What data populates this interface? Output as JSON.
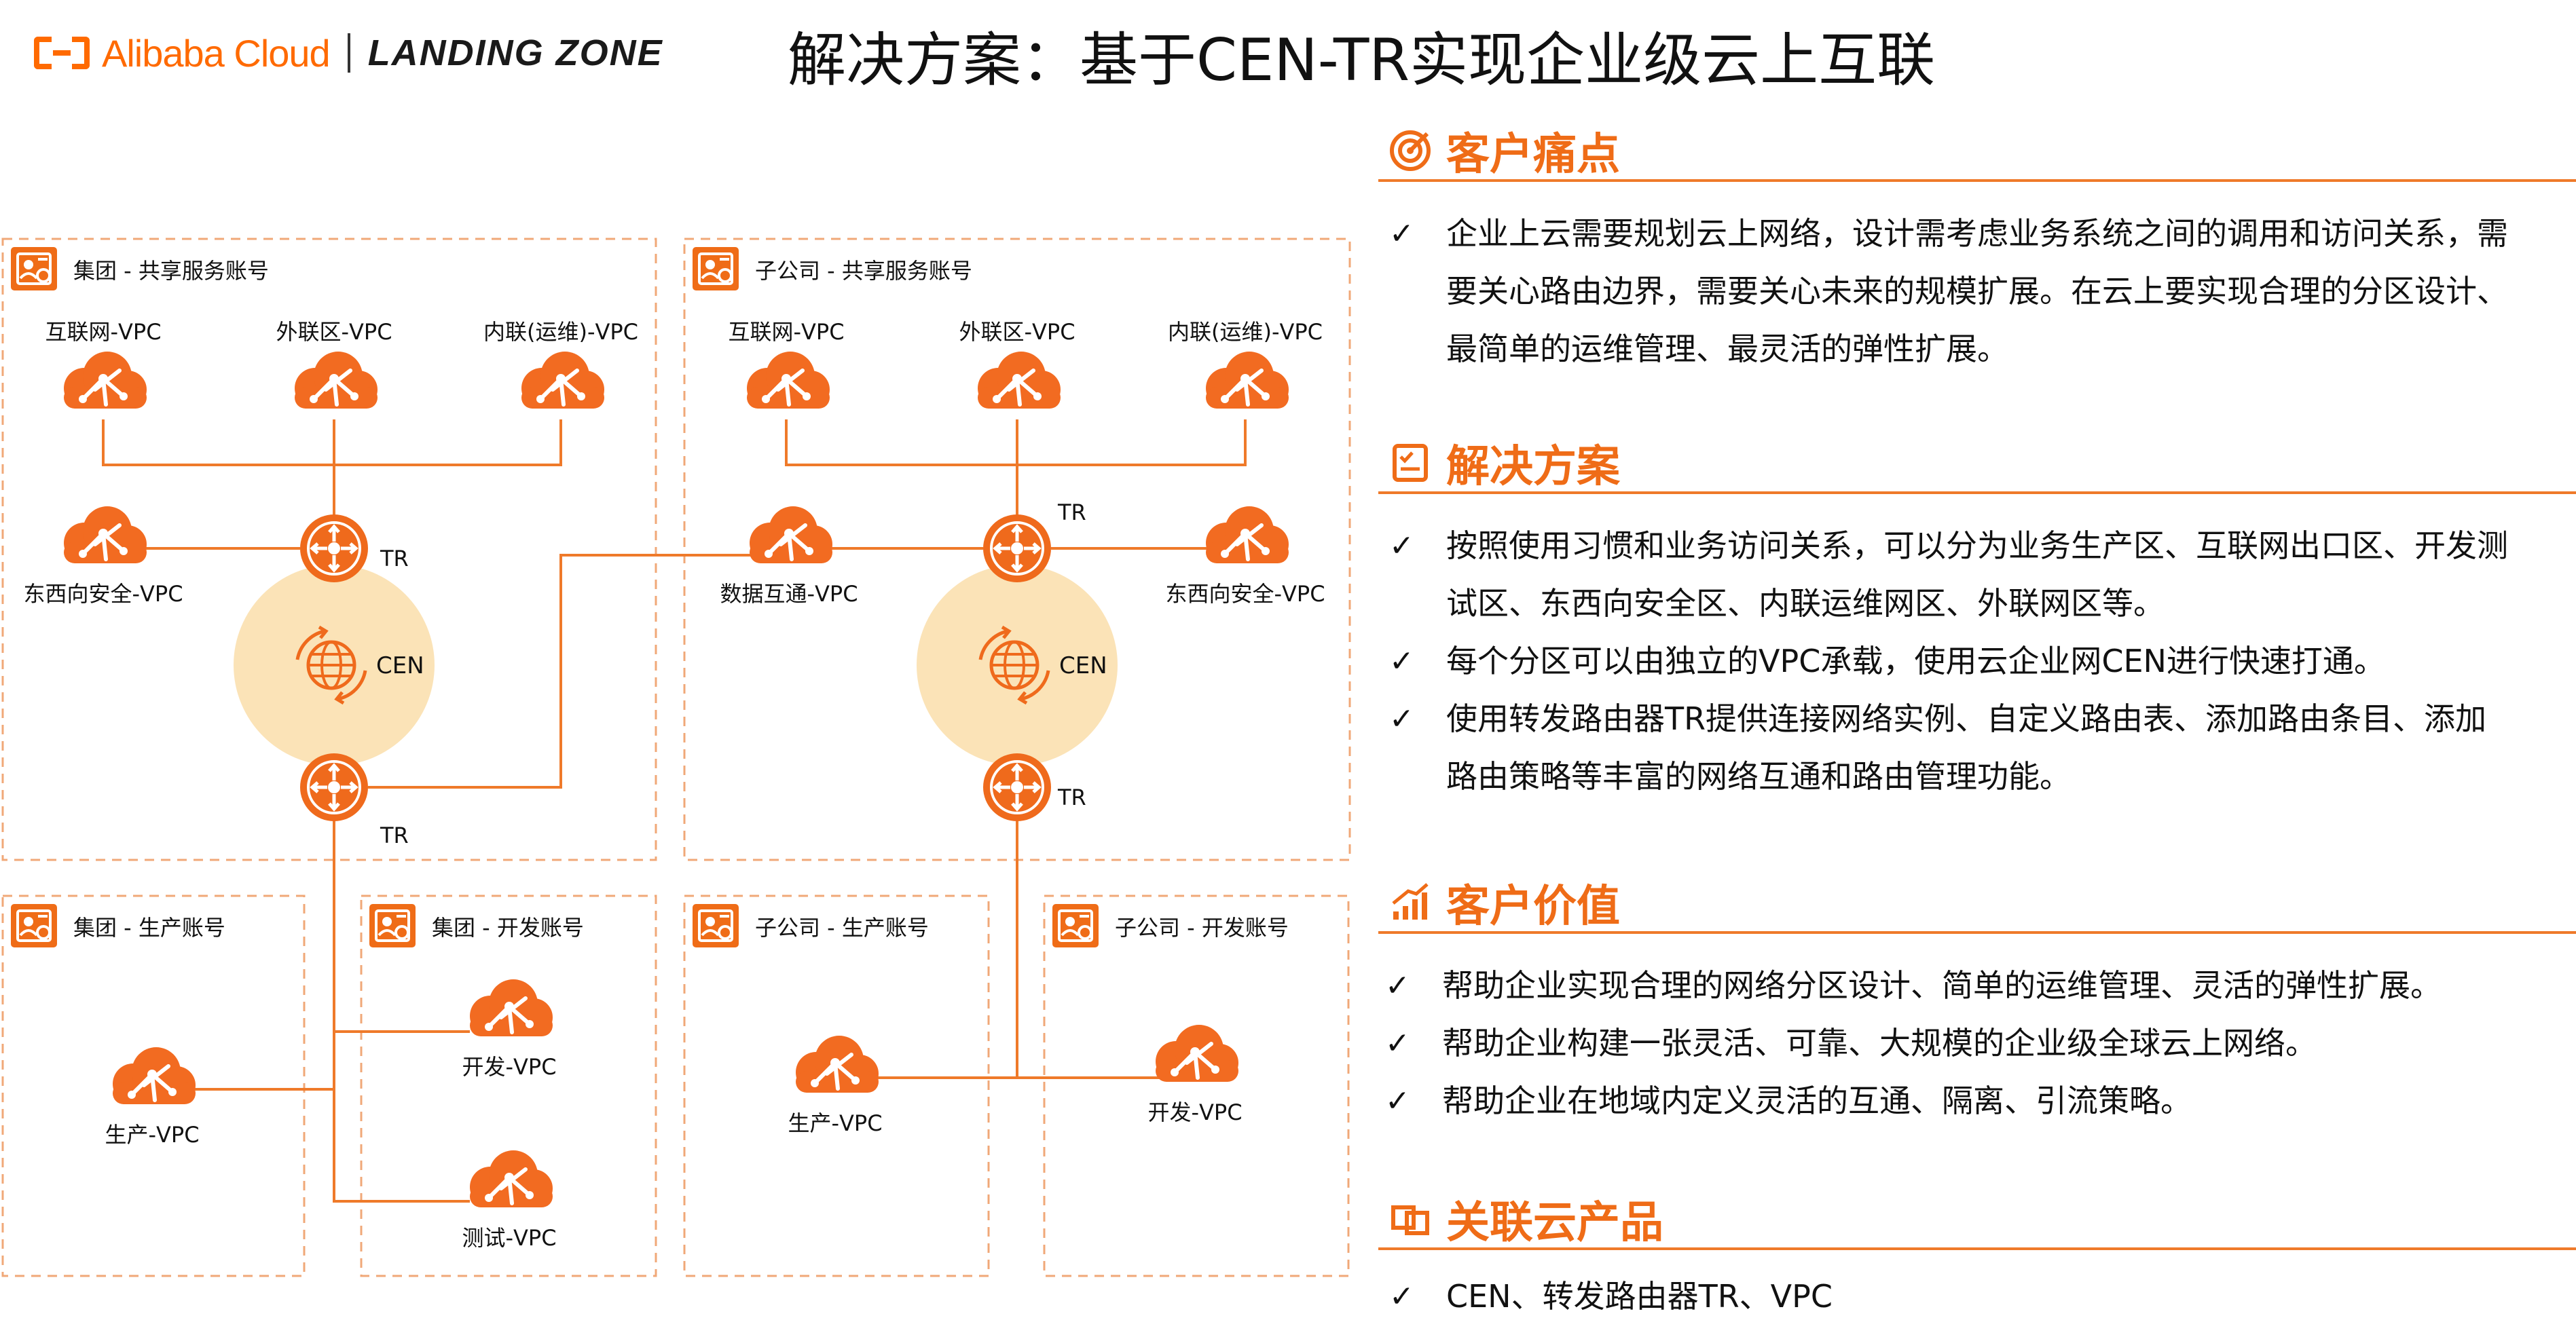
{
  "header": {
    "logo_brand": "Alibaba Cloud",
    "logo_product": "LANDING ZONE",
    "title": "解决方案：基于CEN-TR实现企业级云上互联"
  },
  "colors": {
    "accent": "#ef6c17",
    "cloud": "#f26b21",
    "dashed_border": "#f0a878",
    "cen_circle": "#fbe3b7",
    "line": "#ef7a2a"
  },
  "diagram": {
    "boxes": [
      {
        "id": "g_shared",
        "label": "集团 - 共享服务账号"
      },
      {
        "id": "s_shared",
        "label": "子公司 - 共享服务账号"
      },
      {
        "id": "g_prod",
        "label": "集团 - 生产账号"
      },
      {
        "id": "g_dev",
        "label": "集团 - 开发账号"
      },
      {
        "id": "s_prod",
        "label": "子公司 - 生产账号"
      },
      {
        "id": "s_dev",
        "label": "子公司 - 开发账号"
      }
    ],
    "vpcs": [
      {
        "id": "g_inet",
        "label": "互联网-VPC"
      },
      {
        "id": "g_ext",
        "label": "外联区-VPC"
      },
      {
        "id": "g_int",
        "label": "内联(运维)-VPC"
      },
      {
        "id": "g_ew",
        "label": "东西向安全-VPC"
      },
      {
        "id": "s_inet",
        "label": "互联网-VPC"
      },
      {
        "id": "s_ext",
        "label": "外联区-VPC"
      },
      {
        "id": "s_int",
        "label": "内联(运维)-VPC"
      },
      {
        "id": "s_data",
        "label": "数据互通-VPC"
      },
      {
        "id": "s_ew",
        "label": "东西向安全-VPC"
      },
      {
        "id": "g_prodvpc",
        "label": "生产-VPC"
      },
      {
        "id": "g_devvpc",
        "label": "开发-VPC"
      },
      {
        "id": "g_testvpc",
        "label": "测试-VPC"
      },
      {
        "id": "s_prodvpc",
        "label": "生产-VPC"
      },
      {
        "id": "s_devvpc",
        "label": "开发-VPC"
      }
    ],
    "cen_label": "CEN",
    "tr_label": "TR"
  },
  "panel": {
    "pain": {
      "title": "客户痛点",
      "items": [
        {
          "lines": [
            "企业上云需要规划云上网络，设计需考虑业务系统之间的调用和访问关系，需",
            "要关心路由边界，需要关心未来的规模扩展。在云上要实现合理的分区设计、",
            "最简单的运维管理、最灵活的弹性扩展。"
          ]
        }
      ]
    },
    "solution": {
      "title": "解决方案",
      "items": [
        {
          "lines": [
            "按照使用习惯和业务访问关系，可以分为业务生产区、互联网出口区、开发测",
            "试区、东西向安全区、内联运维网区、外联网区等。"
          ]
        },
        {
          "lines": [
            "每个分区可以由独立的VPC承载，使用云企业网CEN进行快速打通。"
          ]
        },
        {
          "lines": [
            "使用转发路由器TR提供连接网络实例、自定义路由表、添加路由条目、添加",
            "路由策略等丰富的网络互通和路由管理功能。"
          ]
        }
      ]
    },
    "value": {
      "title": "客户价值",
      "items": [
        {
          "lines": [
            "帮助企业实现合理的网络分区设计、简单的运维管理、灵活的弹性扩展。"
          ]
        },
        {
          "lines": [
            "帮助企业构建一张灵活、可靠、大规模的企业级全球云上网络。"
          ]
        },
        {
          "lines": [
            "帮助企业在地域内定义灵活的互通、隔离、引流策略。"
          ]
        }
      ]
    },
    "products": {
      "title": "关联云产品",
      "items": [
        {
          "lines": [
            "CEN、转发路由器TR、VPC"
          ]
        }
      ]
    },
    "check_glyph": "✓"
  }
}
